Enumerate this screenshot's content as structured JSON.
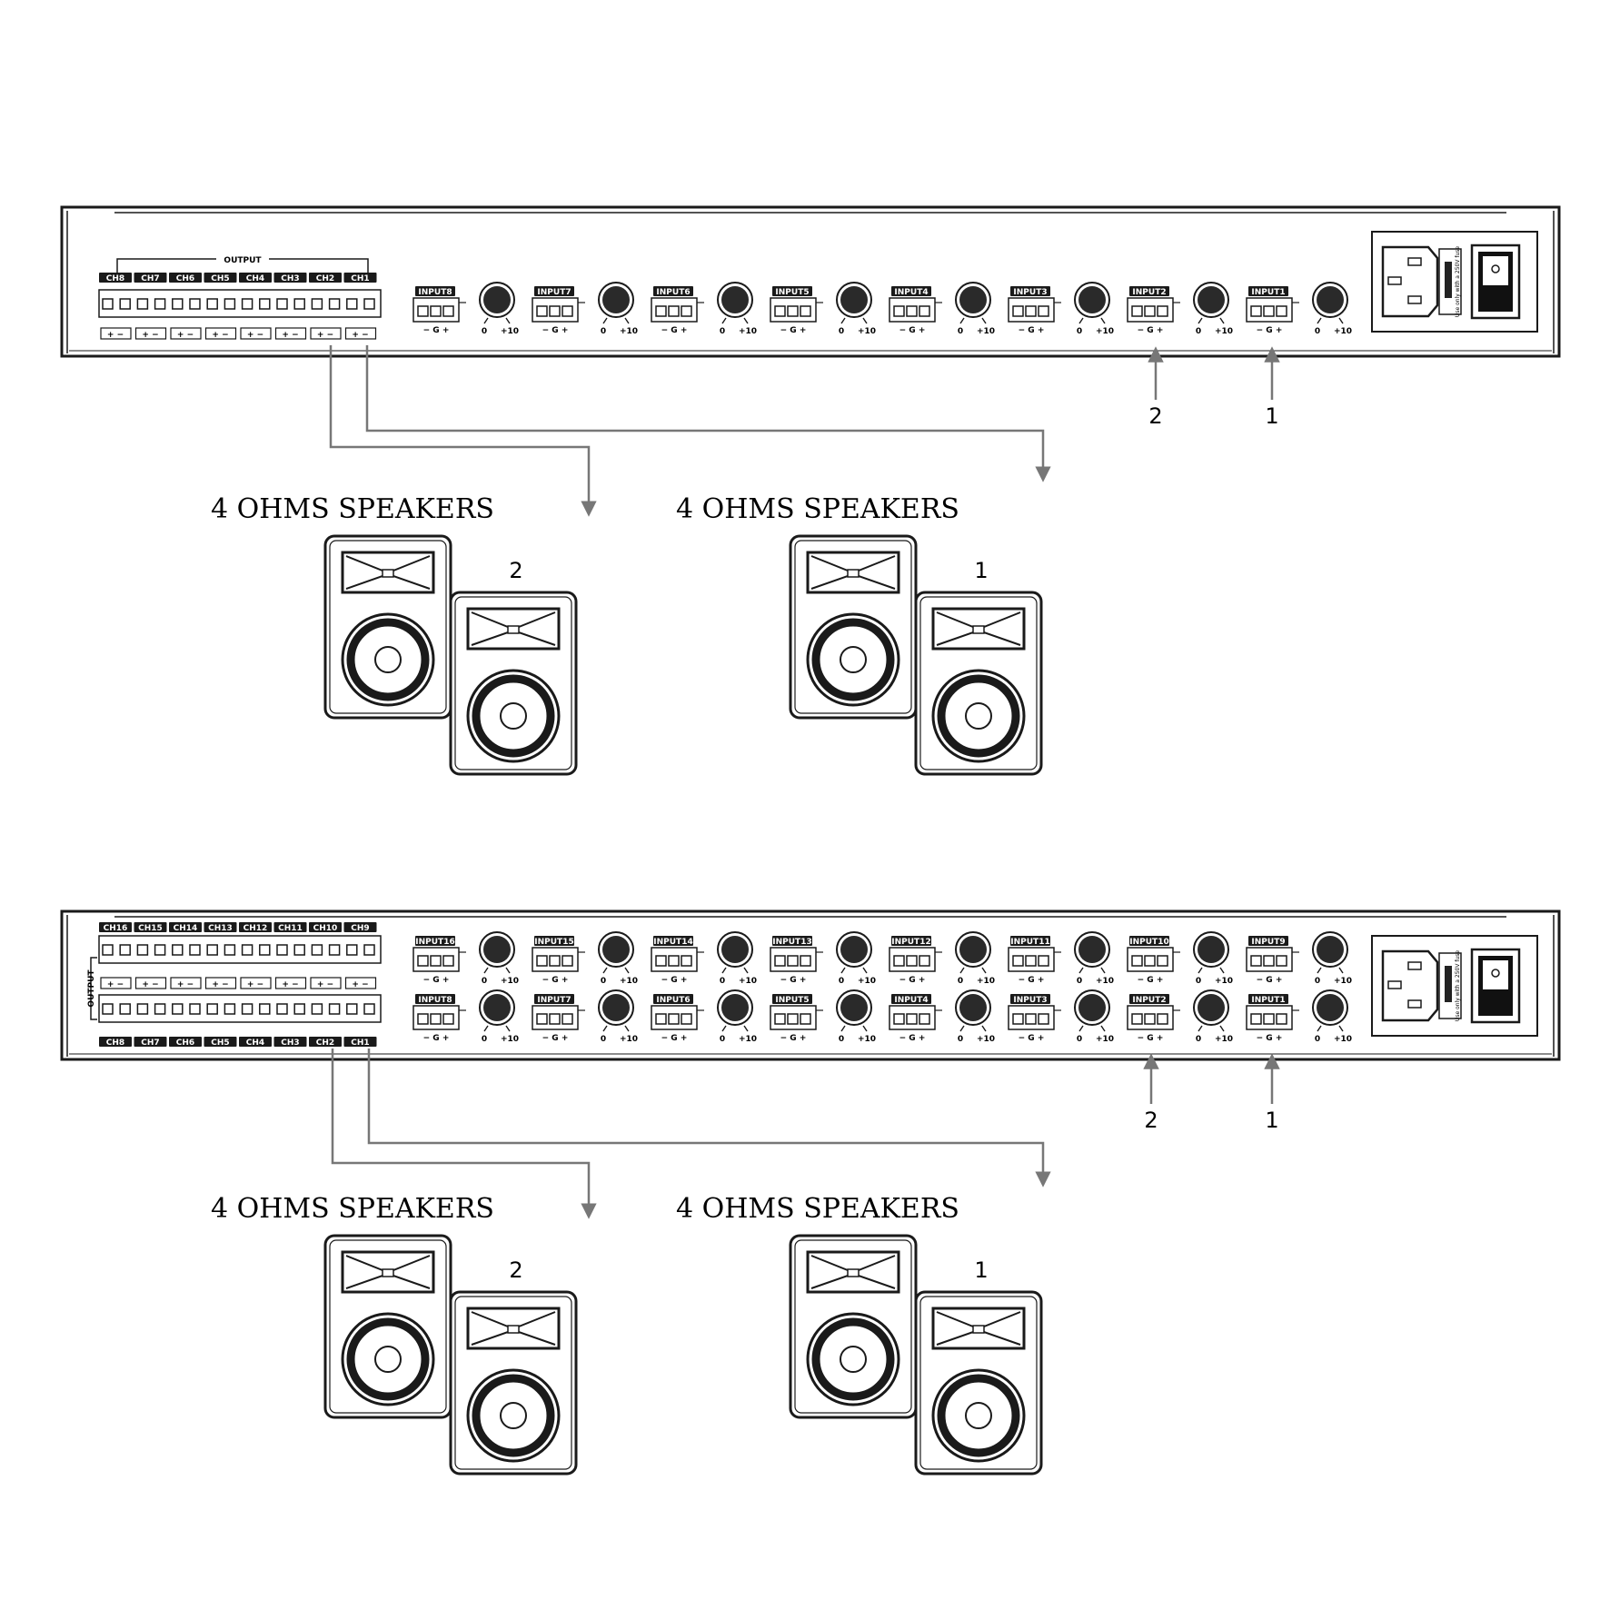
{
  "colors": {
    "line": "#1a1a1a",
    "arrow": "#777777",
    "label_bg": "#1a1a1a"
  },
  "panel8": {
    "output_label": "OUTPUT",
    "channels": [
      "CH8",
      "CH7",
      "CH6",
      "CH5",
      "CH4",
      "CH3",
      "CH2",
      "CH1"
    ],
    "inputs": [
      "INPUT8",
      "INPUT7",
      "INPUT6",
      "INPUT5",
      "INPUT4",
      "INPUT3",
      "INPUT2",
      "INPUT1"
    ],
    "terminal_marks": "−  G  +",
    "knob_min": "0",
    "knob_max": "+10",
    "polarity": "+  −",
    "fuse_text": "Use only with a 250V fuse",
    "callouts": [
      "2",
      "1"
    ],
    "speakers": [
      {
        "title": "4 OHMS SPEAKERS",
        "number": "2"
      },
      {
        "title": "4 OHMS SPEAKERS",
        "number": "1"
      }
    ]
  },
  "panel16": {
    "output_label": "OUTPUT",
    "channels_top": [
      "CH16",
      "CH15",
      "CH14",
      "CH13",
      "CH12",
      "CH11",
      "CH10",
      "CH9"
    ],
    "channels_bottom": [
      "CH8",
      "CH7",
      "CH6",
      "CH5",
      "CH4",
      "CH3",
      "CH2",
      "CH1"
    ],
    "inputs_top": [
      "INPUT16",
      "INPUT15",
      "INPUT14",
      "INPUT13",
      "INPUT12",
      "INPUT11",
      "INPUT10",
      "INPUT9"
    ],
    "inputs_bottom": [
      "INPUT8",
      "INPUT7",
      "INPUT6",
      "INPUT5",
      "INPUT4",
      "INPUT3",
      "INPUT2",
      "INPUT1"
    ],
    "terminal_marks": "−  G  +",
    "knob_min": "0",
    "knob_max": "+10",
    "polarity": "+  −",
    "fuse_text": "Use only with a 250V fuse",
    "callouts": [
      "2",
      "1"
    ],
    "speakers": [
      {
        "title": "4 OHMS SPEAKERS",
        "number": "2"
      },
      {
        "title": "4 OHMS SPEAKERS",
        "number": "1"
      }
    ]
  }
}
